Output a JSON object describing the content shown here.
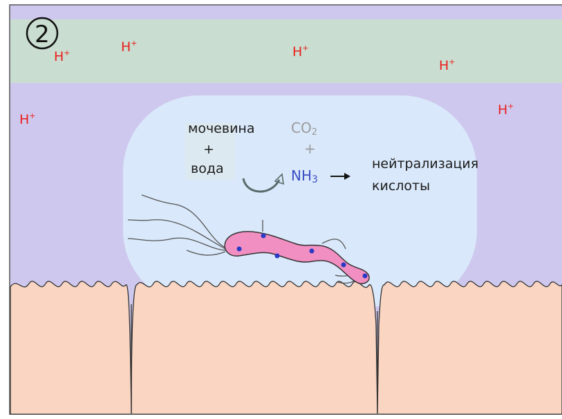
{
  "step": {
    "number": "2"
  },
  "protons": [
    {
      "base": "H",
      "sup": "+"
    },
    {
      "base": "H",
      "sup": "+"
    },
    {
      "base": "H",
      "sup": "+"
    },
    {
      "base": "H",
      "sup": "+"
    },
    {
      "base": "H",
      "sup": "+"
    },
    {
      "base": "H",
      "sup": "+"
    }
  ],
  "reaction": {
    "reactant1": "мочевина",
    "plus1": "+",
    "reactant2": "вода",
    "product1_base": "CO",
    "product1_sub": "2",
    "plus2": "+",
    "product2_base": "NH",
    "product2_sub": "3",
    "result_line1": "нейтрализация",
    "result_line2": "кислоты"
  },
  "colors": {
    "background_mucus": "#cfc8ee",
    "acid_band": "#c9ddd0",
    "bubble": "#d9e8fa",
    "epithelium": "#f9d5c2",
    "bacterium": "#f28fc2",
    "proton": "#e8201c",
    "ammonia": "#3c4fc4"
  }
}
